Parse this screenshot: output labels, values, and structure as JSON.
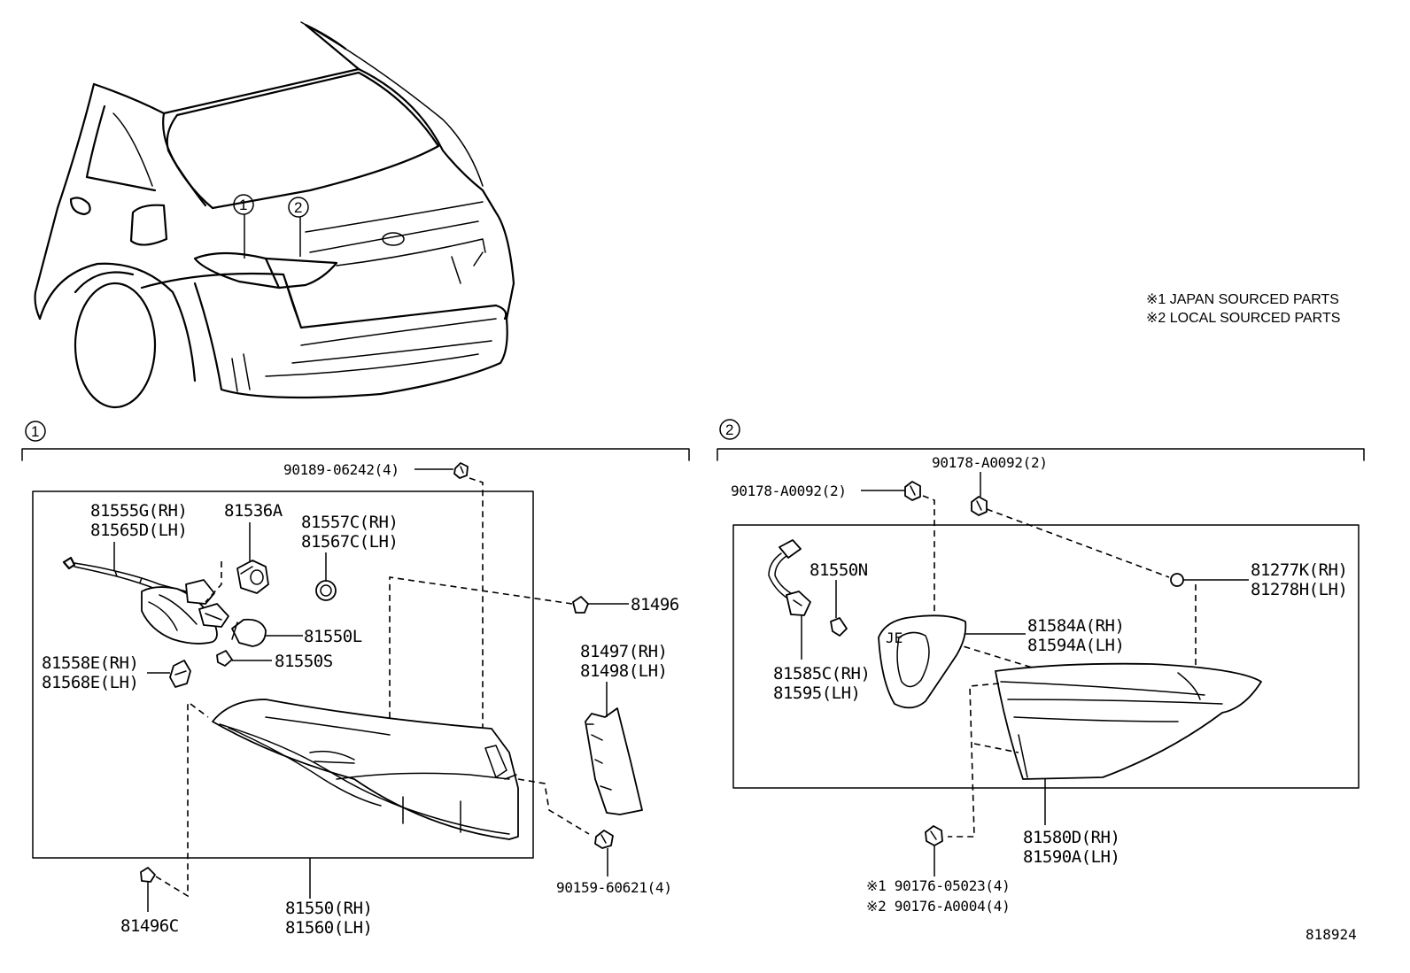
{
  "notes": {
    "note1": "※1 JAPAN SOURCED PARTS",
    "note2": "※2 LOCAL SOURCED PARTS"
  },
  "callouts": {
    "c1": "1",
    "c2": "2"
  },
  "section1": {
    "marker": "1",
    "labels": {
      "p90189": "90189-06242(4)",
      "p81555g": "81555G(RH)",
      "p81565d": "81565D(LH)",
      "p81536a": "81536A",
      "p81557c": "81557C(RH)",
      "p81567c": "81567C(LH)",
      "p81496": "81496",
      "p81550l": "81550L",
      "p81550s": "81550S",
      "p81558e": "81558E(RH)",
      "p81568e": "81568E(LH)",
      "p81497": "81497(RH)",
      "p81498": "81498(LH)",
      "p90159": "90159-60621(4)",
      "p81496c": "81496C",
      "p81550rh": "81550(RH)",
      "p81560lh": "81560(LH)"
    }
  },
  "section2": {
    "marker": "2",
    "labels": {
      "p90178top": "90178-A0092(2)",
      "p90178left": "90178-A0092(2)",
      "p81550n": "81550N",
      "p81277k": "81277K(RH)",
      "p81278h": "81278H(LH)",
      "p81584a": "81584A(RH)",
      "p81594a": "81594A(LH)",
      "p81585c": "81585C(RH)",
      "p81595": "81595(LH)",
      "p81580d": "81580D(RH)",
      "p81590a": "81590A(LH)",
      "p90176_1": "※1 90176-05023(4)",
      "p90176_2": "※2 90176-A0004(4)"
    }
  },
  "diagram_id": "818924"
}
